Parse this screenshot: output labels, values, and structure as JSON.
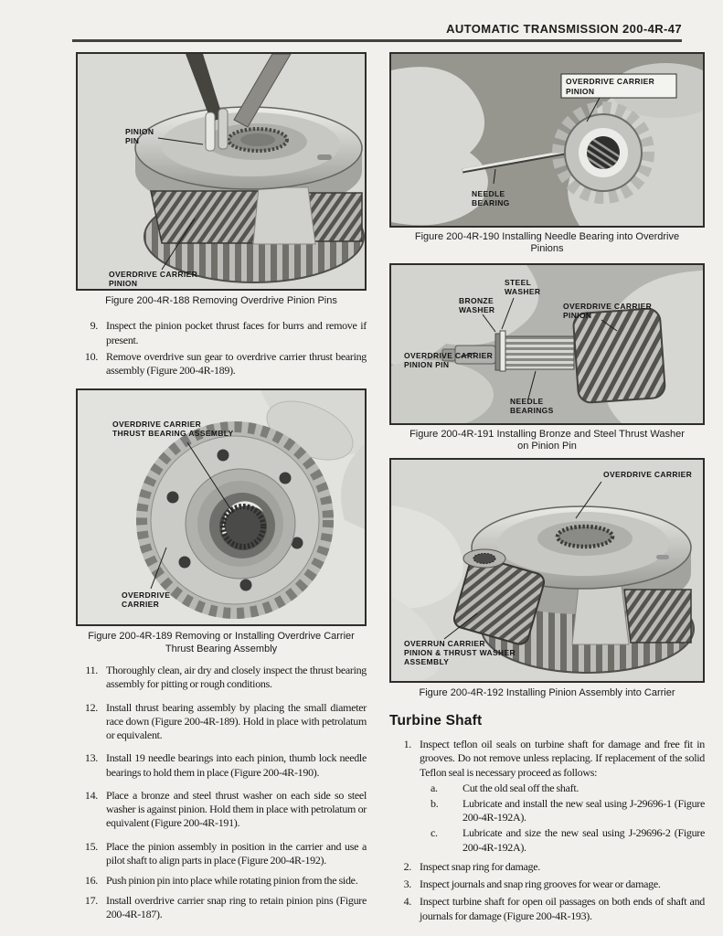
{
  "header": {
    "title": "AUTOMATIC TRANSMISSION 200-4R-47"
  },
  "figures": {
    "fig188": {
      "caption": "Figure 200-4R-188 Removing Overdrive Pinion Pins",
      "labels": {
        "pinion_pin": [
          "PINION",
          "PIN"
        ],
        "overdrive_carrier_pinion": [
          "OVERDRIVE CARRIER",
          "PINION"
        ]
      }
    },
    "fig189": {
      "caption": "Figure 200-4R-189 Removing or Installing Overdrive Carrier\nThrust Bearing Assembly",
      "labels": {
        "thrust_bearing": [
          "OVERDRIVE CARRIER",
          "THRUST BEARING ASSEMBLY"
        ],
        "overdrive_carrier": [
          "OVERDRIVE",
          "CARRIER"
        ]
      }
    },
    "fig190": {
      "caption": "Figure 200-4R-190 Installing Needle Bearing into Overdrive\nPinions",
      "labels": {
        "overdrive_carrier_pinion": [
          "OVERDRIVE CARRIER",
          "PINION"
        ],
        "needle_bearing": [
          "NEEDLE",
          "BEARING"
        ]
      }
    },
    "fig191": {
      "caption": "Figure 200-4R-191 Installing Bronze and Steel Thrust Washer\non Pinion Pin",
      "labels": {
        "steel_washer": [
          "STEEL",
          "WASHER"
        ],
        "bronze_washer": [
          "BRONZE",
          "WASHER"
        ],
        "overdrive_carrier_pinion": [
          "OVERDRIVE CARRIER",
          "PINION"
        ],
        "overdrive_carrier_pinion_pin": [
          "OVERDRIVE CARRIER",
          "PINION PIN"
        ],
        "needle_bearings": [
          "NEEDLE",
          "BEARINGS"
        ]
      }
    },
    "fig192": {
      "caption": "Figure 200-4R-192 Installing Pinion Assembly into Carrier",
      "labels": {
        "overdrive_carrier": [
          "OVERDRIVE CARRIER"
        ],
        "overrun_assembly": [
          "OVERRUN CARRIER",
          "PINION & THRUST WASHER",
          "ASSEMBLY"
        ]
      }
    }
  },
  "steps_upper": [
    {
      "num": "9.",
      "text": "Inspect the pinion pocket thrust faces for burrs and remove if present."
    },
    {
      "num": "10.",
      "text": "Remove overdrive sun gear to overdrive carrier thrust bearing assembly (Figure 200-4R-189)."
    }
  ],
  "steps_lower": [
    {
      "num": "11.",
      "text": "Thoroughly clean, air dry and closely inspect the thrust bearing assembly for pitting or rough conditions."
    },
    {
      "num": "12.",
      "text": "Install thrust bearing assembly by placing the small diameter race down (Figure 200-4R-189). Hold in place with petrolatum or equivalent."
    },
    {
      "num": "13.",
      "text": "Install 19 needle bearings into each pinion, thumb lock needle bearings to hold them in place (Figure 200-4R-190)."
    },
    {
      "num": "14.",
      "text": "Place a bronze and steel thrust washer on each side so steel washer is against pinion. Hold them in place with petrolatum or equivalent (Figure 200-4R-191)."
    },
    {
      "num": "15.",
      "text": "Place the pinion assembly in position in the carrier and use a pilot shaft to align parts in place (Figure 200-4R-192)."
    },
    {
      "num": "16.",
      "text": "Push pinion pin into place while rotating pinion from the side."
    },
    {
      "num": "17.",
      "text": "Install overdrive carrier snap ring to retain pinion pins (Figure 200-4R-187)."
    }
  ],
  "turbine": {
    "heading": "Turbine Shaft",
    "steps": [
      {
        "num": "1.",
        "text": "Inspect teflon oil seals on turbine shaft for damage and free fit in grooves. Do not remove unless replacing. If replacement of the solid Teflon seal is necessary proceed as follows:",
        "substeps": [
          {
            "num": "a.",
            "text": "Cut the old seal off the shaft."
          },
          {
            "num": "b.",
            "text": "Lubricate and install the new seal using J-29696-1 (Figure 200-4R-192A)."
          },
          {
            "num": "c.",
            "text": "Lubricate and size the new seal using J-29696-2 (Figure 200-4R-192A)."
          }
        ]
      },
      {
        "num": "2.",
        "text": "Inspect snap ring for damage.",
        "substeps": []
      },
      {
        "num": "3.",
        "text": "Inspect journals and snap ring grooves for wear or damage.",
        "substeps": []
      },
      {
        "num": "4.",
        "text": "Inspect turbine shaft for open oil passages on both ends of shaft and journals for damage (Figure 200-4R-193).",
        "substeps": []
      }
    ]
  }
}
